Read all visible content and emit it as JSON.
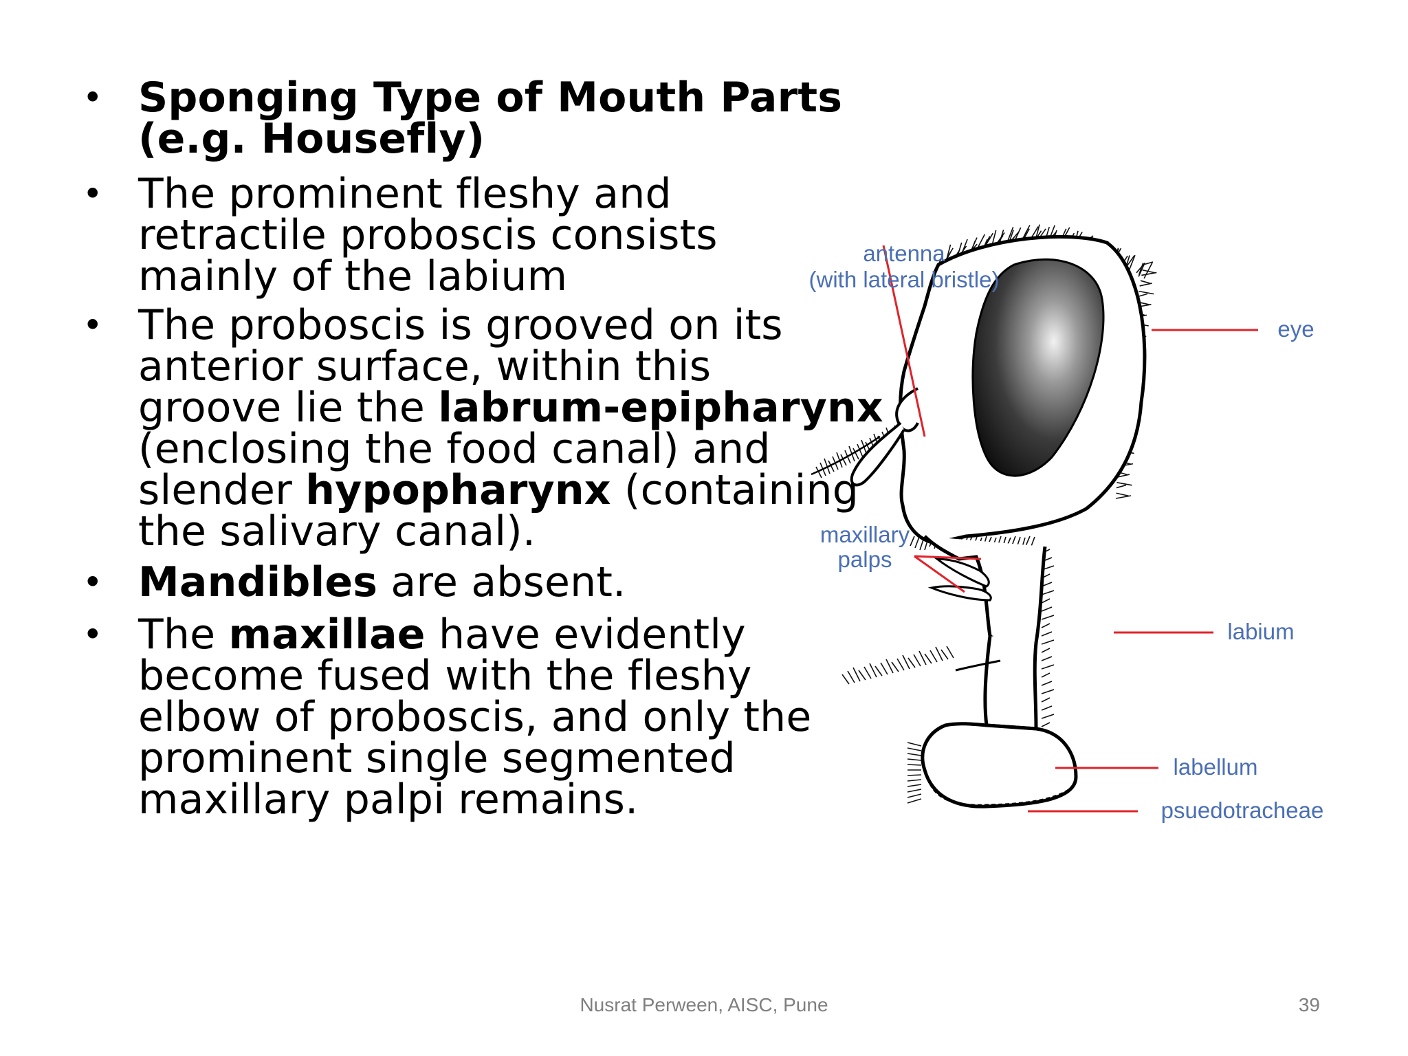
{
  "bullets": [
    {
      "lines": [
        [
          {
            "t": "Sponging Type of Mouth Parts",
            "b": true
          }
        ],
        [
          {
            "t": "(e.g. Housefly)",
            "b": true
          }
        ]
      ]
    },
    {
      "lines": [
        [
          {
            "t": "The prominent fleshy and"
          }
        ],
        [
          {
            "t": "retractile proboscis consists"
          }
        ],
        [
          {
            "t": "mainly of the labium"
          }
        ]
      ]
    },
    {
      "lines": [
        [
          {
            "t": "The proboscis is grooved on its"
          }
        ],
        [
          {
            "t": "anterior surface, within this"
          }
        ],
        [
          {
            "t": "groove lie the "
          },
          {
            "t": "labrum-epipharynx",
            "b": true
          }
        ],
        [
          {
            "t": "(enclosing the food canal) and"
          }
        ],
        [
          {
            "t": "slender "
          },
          {
            "t": "hypopharynx",
            "b": true
          },
          {
            "t": " (containing"
          }
        ],
        [
          {
            "t": "the salivary canal)."
          }
        ]
      ]
    },
    {
      "lines": [
        [
          {
            "t": "Mandibles",
            "b": true
          },
          {
            "t": " are absent."
          }
        ]
      ]
    },
    {
      "lines": [
        [
          {
            "t": "The "
          },
          {
            "t": "maxillae",
            "b": true
          },
          {
            "t": " have evidently"
          }
        ],
        [
          {
            "t": "become fused with the fleshy"
          }
        ],
        [
          {
            "t": "elbow of proboscis, and only the"
          }
        ],
        [
          {
            "t": "prominent single segmented"
          }
        ],
        [
          {
            "t": "maxillary palpi remains."
          }
        ]
      ]
    }
  ],
  "figure": {
    "labels": {
      "antenna_line1": "antenna",
      "antenna_line2": "(with lateral bristle)",
      "eye": "eye",
      "maxillary_line1": "maxillary",
      "maxillary_line2": "palps",
      "labium": "labium",
      "labellum": "labellum",
      "pseudotracheae": "psuedotracheae"
    },
    "label_color": "#4a6fb5",
    "pointer_color": "#e0232b"
  },
  "footer": {
    "text": "Nusrat Perween, AISC, Pune",
    "page_number": "39"
  }
}
